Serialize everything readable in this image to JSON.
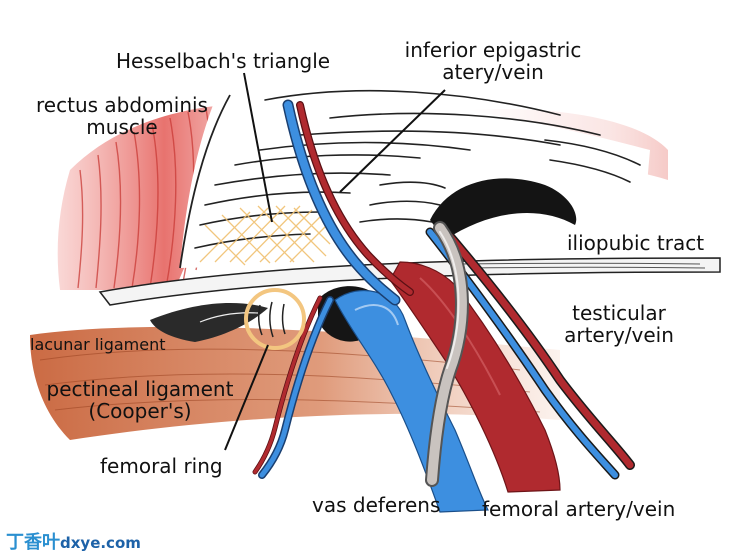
{
  "labels": {
    "hesselbach": "Hesselbach's triangle",
    "epigastric_line1": "inferior epigastric",
    "epigastric_line2": "atery/vein",
    "rectus_line1": "rectus abdominis",
    "rectus_line2": "muscle",
    "iliopubic": "iliopubic tract",
    "testicular_line1": "testicular",
    "testicular_line2": "artery/vein",
    "lacunar": "lacunar ligament",
    "pectineal_line1": "pectineal ligament",
    "pectineal_line2": "(Cooper's)",
    "femoral_ring": "femoral ring",
    "vas_deferens": "vas deferens",
    "femoral_vessels": "femoral artery/vein"
  },
  "watermark": {
    "chinese": "丁香叶",
    "domain": "dxye.com"
  },
  "colors": {
    "artery": "#b02a2f",
    "vein": "#3d8fe0",
    "muscle": "#e45a55",
    "ligament": "#c8633a",
    "vas": "#b9b2ad",
    "ring": "#f3c680",
    "hatch": "#f0c070"
  }
}
